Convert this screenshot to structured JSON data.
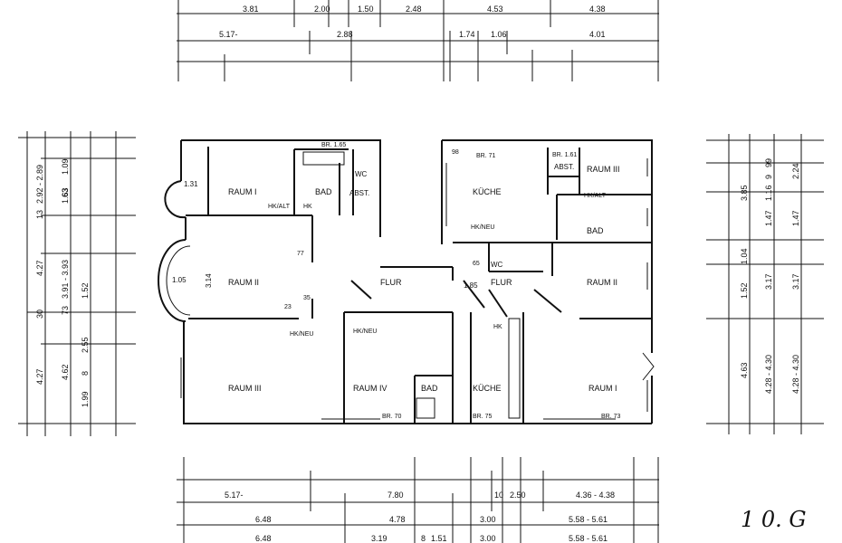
{
  "top_dims": {
    "row1": [
      "3.81",
      "2.00",
      "1.50",
      "2.48",
      "4.53",
      "4.38"
    ],
    "row2": [
      "5.17-",
      "2.88",
      "1.74",
      "1.06",
      "4.01"
    ]
  },
  "bottom_dims": {
    "row1": [
      "5.17-",
      "7.80",
      "10",
      "2.50",
      "4.36 - 4.38"
    ],
    "row2": [
      "6.48",
      "4.78",
      "3.00",
      "5.58 - 5.61"
    ],
    "row3": [
      "6.48",
      "3.19",
      "8",
      "1.51",
      "3.00",
      "5.58 - 5.61"
    ]
  },
  "left_dims": {
    "col1": [
      "4.27",
      "30",
      "4.27"
    ],
    "col2": [
      "13",
      "2.92 - 2.89",
      "3.91 - 3.93",
      "4.62"
    ],
    "col3": [
      "1.63",
      "73",
      "1.99"
    ],
    "col4": [
      "1.09",
      "63",
      "1.52",
      "2.55",
      "8"
    ]
  },
  "right_dims": {
    "col1": [
      "3.85",
      "1.04",
      "1.52",
      "4.63"
    ],
    "col2": [
      "99",
      "1.16",
      "9",
      "1.47",
      "3.17",
      "4.28 - 4.30"
    ],
    "col3": [
      "2.24",
      "1.47",
      "3.17",
      "4.28 - 4.30"
    ]
  },
  "rooms": {
    "left_raum1": "RAUM I",
    "left_bad": "BAD",
    "left_wc": "WC",
    "left_abst": "ABST.",
    "left_raum2": "RAUM II",
    "left_raum3": "RAUM III",
    "left_raum4": "RAUM IV",
    "left_bad2": "BAD",
    "left_flur": "FLUR",
    "right_kueche_top": "KÜCHE",
    "right_abst": "ABST.",
    "right_raum3": "RAUM III",
    "right_bad": "BAD",
    "right_wc": "WC",
    "right_flur": "FLUR",
    "right_raum2": "RAUM II",
    "right_kueche_bottom": "KÜCHE",
    "right_raum1": "RAUM I"
  },
  "notes": {
    "br165": "BR. 1.65",
    "hk_alt_left": "HK/ALT",
    "hk_left": "HK",
    "dim131": "1.31",
    "dim77": "77",
    "dim105": "1.05",
    "dim314": "3.14",
    "dim35": "35",
    "dim23": "23",
    "hk_neu_left": "HK/NEU",
    "hk_neu_center": "HK/NEU",
    "br70": "BR. 70",
    "br71": "BR. 71",
    "br161": "BR. 1.61",
    "hk_alt_right": "HK/ALT",
    "hk_neu_right": "HK/NEU",
    "dim65": "65",
    "dim185": "1.85",
    "hk_right": "HK",
    "br75": "BR. 75",
    "br73": "BR. 73",
    "dim98": "98"
  },
  "sheet_number": "1 0. G"
}
